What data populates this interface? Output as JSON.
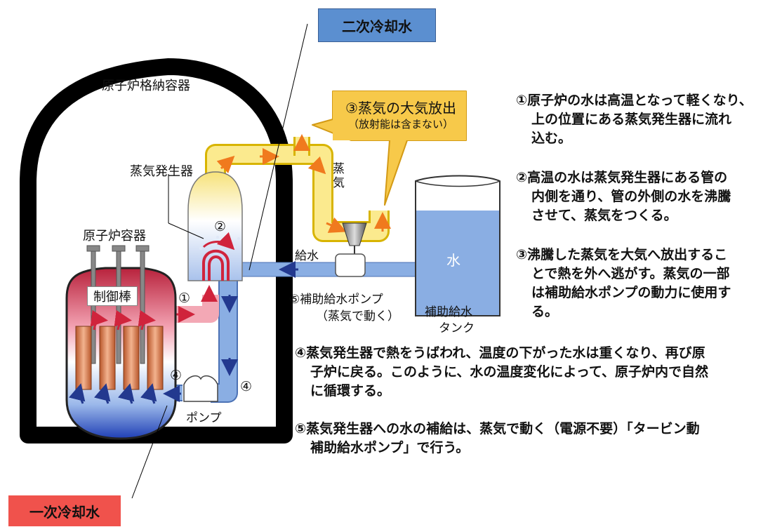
{
  "labels": {
    "secondary_coolant": "二次冷却水",
    "primary_coolant": "一次冷却水",
    "containment": "原子炉格納容器",
    "steam_generator": "蒸気発生器",
    "reactor_vessel": "原子炉容器",
    "control_rods": "制御棒",
    "pump": "ポンプ",
    "feedwater": "給水",
    "aux_pump_line1": "⑤補助給水ポンプ",
    "aux_pump_line2": "（蒸気で動く）",
    "tank_line1": "補助給水",
    "tank_line2": "タンク",
    "water": "水",
    "steam_v1": "蒸",
    "steam_v2": "気",
    "marker1": "①",
    "marker2": "②",
    "marker4a": "④",
    "marker4b": "④"
  },
  "callout": {
    "title": "③蒸気の大気放出",
    "subtitle": "（放射能は含まない）"
  },
  "notes": {
    "n1": [
      "①原子炉の水は高温となって軽くなり、",
      "上の位置にある蒸気発生器に流れ",
      "込む。"
    ],
    "n2": [
      "②高温の水は蒸気発生器にある管の",
      "内側を通り、管の外側の水を沸騰",
      "させて、蒸気をつくる。"
    ],
    "n3": [
      "③沸騰した蒸気を大気へ放出するこ",
      "とで熱を外へ逃がす。蒸気の一部",
      "は補助給水ポンプの動力に使用す",
      "る。"
    ],
    "n4": [
      "④蒸気発生器で熱をうばわれ、温度の下がった水は重くなり、再び原",
      "子炉に戻る。このように、水の温度変化によって、原子炉内で自然",
      "に循環する。"
    ],
    "n5": [
      "⑤蒸気発生器への水の補給は、蒸気で動く（電源不要）「タービン動",
      "補助給水ポンプ」で行う。"
    ]
  }
}
